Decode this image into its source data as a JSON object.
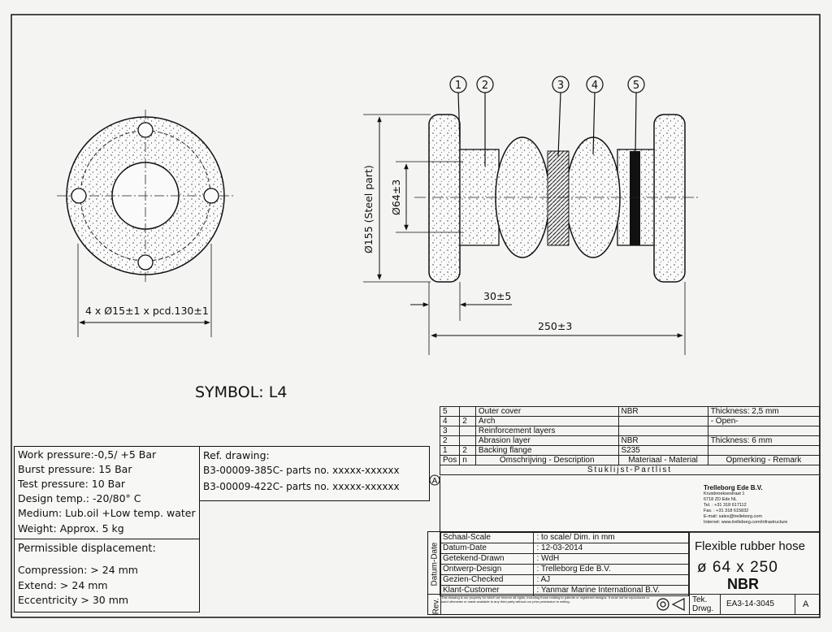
{
  "drawing": {
    "balloons": [
      "1",
      "2",
      "3",
      "4",
      "5"
    ],
    "dims": {
      "holes": "4 x Ø15±1 x pcd.130±1",
      "steel": "Ø155 (Steel part)",
      "bore": "Ø64±3",
      "flange": "30±5",
      "length": "250±3"
    },
    "symbol": "SYMBOL: L4"
  },
  "specs": {
    "lines": [
      "Work pressure:-0,5/ +5 Bar",
      "Burst pressure:     15 Bar",
      "Test pressure:      10 Bar",
      "Design temp.:  -20/80° C",
      "Medium: Lub.oil +Low temp. water",
      "Weight:           Approx. 5 kg"
    ],
    "displacement_title": "Permissible displacement:",
    "displacement": [
      "Compression: > 24 mm",
      "Extend:        > 24 mm",
      "Eccentricity  > 30 mm"
    ]
  },
  "ref": {
    "title": "Ref. drawing:",
    "lines": [
      "B3-00009-385C- parts no. xxxxx-xxxxxx",
      "B3-00009-422C- parts no. xxxxx-xxxxxx"
    ],
    "marker": "A"
  },
  "bom": {
    "rows": [
      {
        "pos": "5",
        "n": "",
        "desc": "Outer cover",
        "mat": "NBR",
        "rem": "Thickness: 2,5 mm"
      },
      {
        "pos": "4",
        "n": "2",
        "desc": "Arch",
        "mat": "",
        "rem": "- Open-"
      },
      {
        "pos": "3",
        "n": "",
        "desc": "Reinforcement layers",
        "mat": "",
        "rem": ""
      },
      {
        "pos": "2",
        "n": "",
        "desc": "Abrasion layer",
        "mat": "NBR",
        "rem": "Thickness: 6 mm"
      },
      {
        "pos": "1",
        "n": "2",
        "desc": "Backing flange",
        "mat": "S235",
        "rem": ""
      }
    ],
    "header": {
      "pos": "Pos",
      "n": "n",
      "desc": "Omschrijving - Description",
      "mat": "Materiaal - Material",
      "rem": "Opmerking - Remark"
    },
    "title": "Stuklijst-Partlist"
  },
  "company": {
    "name": "Trelleborg Ede B.V.",
    "lines": [
      "Kruisbroeksestraat 1",
      "6718 ZD Ede NL",
      "Tel. : +31 318 617112",
      "Fax. : +31 318 615832",
      "E-mail: sales@trelleborg.com",
      "Internet: www.trelleborg.com/infrastructure"
    ]
  },
  "titleblock": {
    "datum_label": "Datum-Date",
    "rev_label": "Rev.",
    "rows": [
      {
        "label": "Schaal-Scale",
        "value": ": to scale/ Dim. in mm"
      },
      {
        "label": "Datum-Date",
        "value": ": 12-03-2014"
      },
      {
        "label": "Getekend-Drawn",
        "value": ": WdH"
      },
      {
        "label": "Ontwerp-Design",
        "value": ": Trelleborg Ede B.V."
      },
      {
        "label": "Gezien-Checked",
        "value": ": AJ"
      },
      {
        "label": "Klant-Customer",
        "value": ": Yanmar Marine International B.V."
      }
    ],
    "copyright": "This drawing is our property for which we reserve all rights, including those relating to patents or registered designs. It must not be reproduced or used otherwise or made available to any third party without our prior permission in writing.",
    "product": "Flexible rubber hose",
    "size": "ø 64 x 250",
    "material": "NBR",
    "tek_label": "Tek.",
    "drwg_label": "Drwg.",
    "drawing_no": "EA3-14-3045",
    "rev": "A"
  }
}
